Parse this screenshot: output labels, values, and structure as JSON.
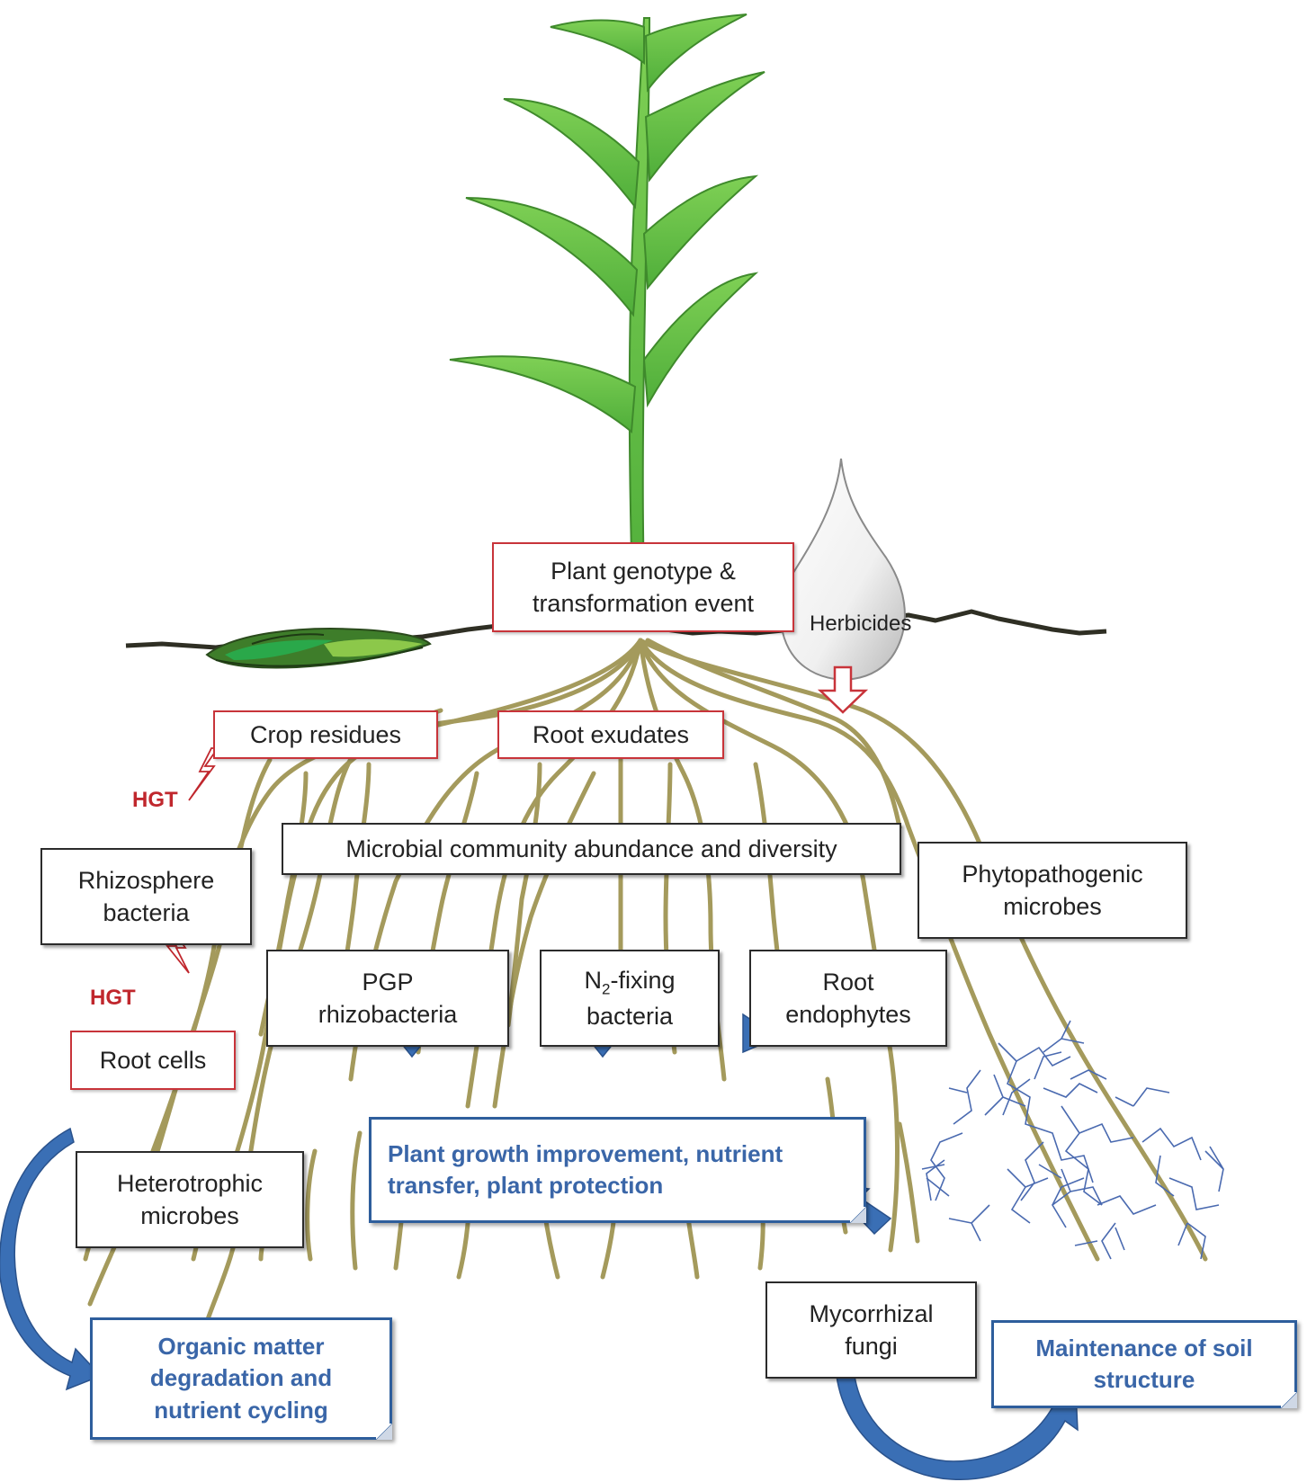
{
  "labels": {
    "plant_genotype": [
      "Plant genotype &",
      "transformation event"
    ],
    "herbicides": "Herbicides",
    "crop_residues": "Crop residues",
    "root_exudates": "Root exudates",
    "hgt_top": "HGT",
    "hgt_bottom": "HGT",
    "microbial_community": "Microbial community abundance and diversity",
    "rhizosphere_bacteria": [
      "Rhizosphere",
      "bacteria"
    ],
    "phytopathogenic_microbes": [
      "Phytopathogenic",
      "microbes"
    ],
    "pgp_rhizobacteria": [
      "PGP",
      "rhizobacteria"
    ],
    "n2_fixing": {
      "prefix": "N",
      "subscript": "2",
      "suffix": "-fixing",
      "line2": "bacteria"
    },
    "root_endophytes": [
      "Root",
      "endophytes"
    ],
    "root_cells": "Root cells",
    "plant_growth": [
      "Plant growth improvement, nutrient",
      "transfer, plant protection"
    ],
    "heterotrophic_microbes": [
      "Heterotrophic",
      "microbes"
    ],
    "organic_matter": [
      "Organic matter",
      "degradation and",
      "nutrient cycling"
    ],
    "mycorrhizal_fungi": [
      "Mycorrhizal",
      "fungi"
    ],
    "soil_structure": [
      "Maintenance of soil",
      "structure"
    ]
  },
  "colors": {
    "leaf": "#6cc04a",
    "root": "#a49a5c",
    "soil_line": "#2f2f24",
    "red_border": "#c8343a",
    "blue_arrow": "#3a6fb5",
    "blue_text": "#3a66a8",
    "hyphae": "#4a6ab0"
  }
}
